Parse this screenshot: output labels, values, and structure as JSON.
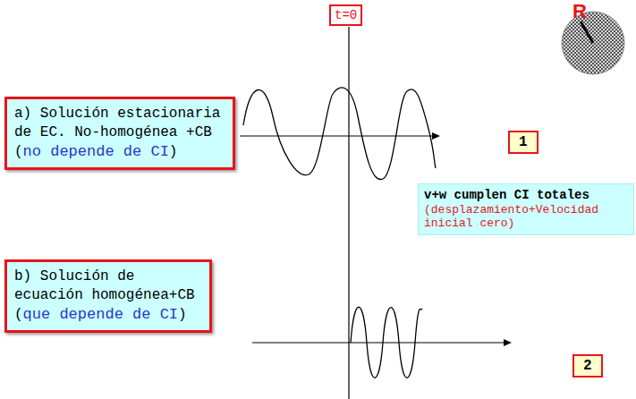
{
  "diagram": {
    "nodes": [
      {
        "text": [
          "t=0"
        ]
      },
      {
        "text": [
          "a) Solución estacionaria de EC. No-homogénea +CB (",
          "no depende de CI",
          ")"
        ]
      },
      {
        "text": [
          "1"
        ]
      },
      {
        "text": [
          "v+w cumplen CI totales",
          "(desplazamiento+Velocidad inicial cero)"
        ]
      },
      {
        "text": [
          "b) Solución de ecuación homogénea+CB (",
          "que depende de CI",
          ")"
        ]
      },
      {
        "text": [
          "2"
        ]
      }
    ],
    "labels": [
      "R"
    ]
  }
}
